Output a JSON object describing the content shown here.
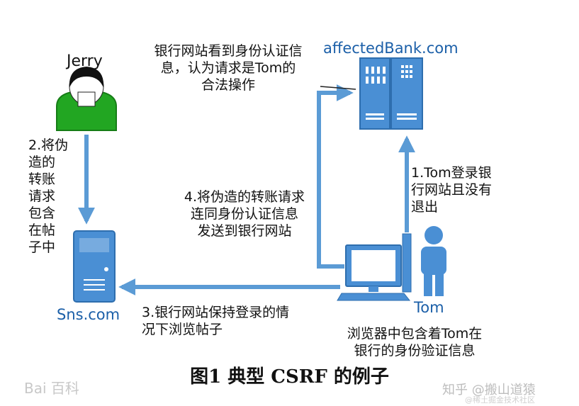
{
  "nodes": {
    "jerry": {
      "name": "Jerry"
    },
    "bank": {
      "name": "affectedBank.com"
    },
    "sns": {
      "name": "Sns.com"
    },
    "tom": {
      "name": "Tom"
    }
  },
  "labels": {
    "bank_sees": "银行网站看到身份认证信\n息，认为请求是Tom的\n合法操作",
    "step1": "1.Tom登录银\n行网站且没有\n退出",
    "step2": "2.将伪\n造的\n转账\n请求\n包含\n在帖\n子中",
    "step3": "3.银行网站保持登录的情\n况下浏览帖子",
    "step4": "4.将伪造的转账请求\n连同身份认证信息\n发送到银行网站",
    "browser": "浏览器中包含着Tom在\n银行的身份验证信息"
  },
  "caption": "图1    典型 CSRF 的例子",
  "watermarks": {
    "left": "Bai 百科",
    "right": "知乎 @搬山道猿",
    "right_small": "@稀土掘金技术社区"
  },
  "colors": {
    "arrow": "#5b9bd5",
    "server": "#4a8fd4",
    "jerry": "#22a622",
    "tom": "#4a8fd4",
    "computer": "#4a8fd4"
  }
}
